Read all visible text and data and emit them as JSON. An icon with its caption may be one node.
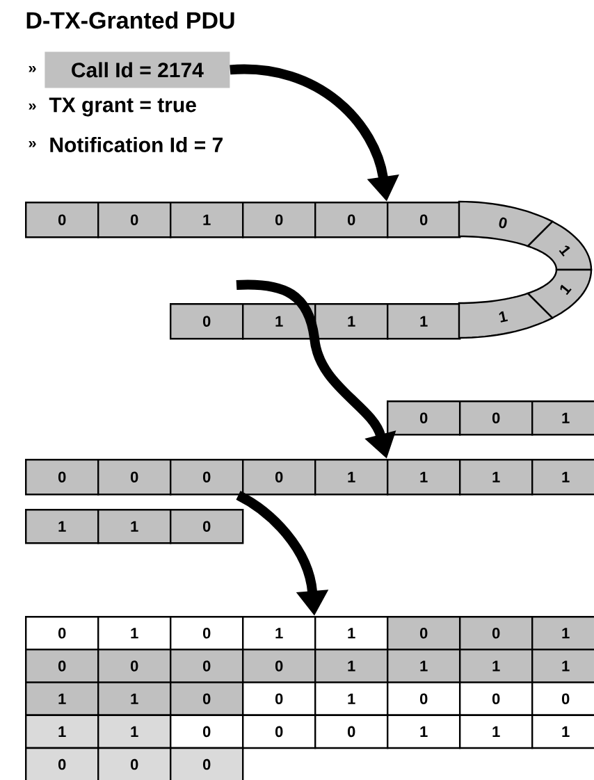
{
  "diagram": {
    "title": "D-TX-Granted PDU",
    "nodes": [
      {
        "text": [
          "Call Id = 2174"
        ]
      },
      {
        "text": [
          "0"
        ]
      },
      {
        "text": [
          "0"
        ]
      },
      {
        "text": [
          "1"
        ]
      },
      {
        "text": [
          "0"
        ]
      },
      {
        "text": [
          "0"
        ]
      },
      {
        "text": [
          "0"
        ]
      },
      {
        "text": [
          "0"
        ]
      },
      {
        "text": [
          "1"
        ]
      },
      {
        "text": [
          "0"
        ]
      },
      {
        "text": [
          "1"
        ]
      },
      {
        "text": [
          "1"
        ]
      },
      {
        "text": [
          "1"
        ]
      },
      {
        "text": [
          "1"
        ]
      },
      {
        "text": [
          "1"
        ]
      },
      {
        "text": [
          "0"
        ]
      },
      {
        "text": [
          "0"
        ]
      },
      {
        "text": [
          "1"
        ]
      },
      {
        "text": [
          "0"
        ]
      },
      {
        "text": [
          "0"
        ]
      },
      {
        "text": [
          "0"
        ]
      },
      {
        "text": [
          "0"
        ]
      },
      {
        "text": [
          "1"
        ]
      },
      {
        "text": [
          "1"
        ]
      },
      {
        "text": [
          "1"
        ]
      },
      {
        "text": [
          "1"
        ]
      },
      {
        "text": [
          "1"
        ]
      },
      {
        "text": [
          "1"
        ]
      },
      {
        "text": [
          "0"
        ]
      },
      {
        "text": [
          "0"
        ]
      },
      {
        "text": [
          "1"
        ]
      },
      {
        "text": [
          "0"
        ]
      },
      {
        "text": [
          "1"
        ]
      },
      {
        "text": [
          "1"
        ]
      },
      {
        "text": [
          "0"
        ]
      },
      {
        "text": [
          "0"
        ]
      },
      {
        "text": [
          "1"
        ]
      },
      {
        "text": [
          "0"
        ]
      },
      {
        "text": [
          "0"
        ]
      },
      {
        "text": [
          "0"
        ]
      },
      {
        "text": [
          "0"
        ]
      },
      {
        "text": [
          "1"
        ]
      },
      {
        "text": [
          "1"
        ]
      },
      {
        "text": [
          "1"
        ]
      },
      {
        "text": [
          "1"
        ]
      },
      {
        "text": [
          "1"
        ]
      },
      {
        "text": [
          "1"
        ]
      },
      {
        "text": [
          "0"
        ]
      },
      {
        "text": [
          "0"
        ]
      },
      {
        "text": [
          "1"
        ]
      },
      {
        "text": [
          "0"
        ]
      },
      {
        "text": [
          "0"
        ]
      },
      {
        "text": [
          "0"
        ]
      },
      {
        "text": [
          "1"
        ]
      },
      {
        "text": [
          "1"
        ]
      },
      {
        "text": [
          "0"
        ]
      },
      {
        "text": [
          "0"
        ]
      },
      {
        "text": [
          "0"
        ]
      },
      {
        "text": [
          "1"
        ]
      },
      {
        "text": [
          "1"
        ]
      },
      {
        "text": [
          "1"
        ]
      },
      {
        "text": [
          "0"
        ]
      },
      {
        "text": [
          "0"
        ]
      },
      {
        "text": [
          "0"
        ]
      }
    ],
    "edges": [
      {
        "from": 0,
        "to": 6,
        "arrow": "to"
      },
      {
        "from": null,
        "to": 23,
        "arrow": "to"
      },
      {
        "from": 20,
        "to": 33,
        "arrow": "to"
      }
    ],
    "labels": [
      "»",
      "»",
      "TX grant = true",
      "»",
      "Notification Id = 7"
    ]
  }
}
